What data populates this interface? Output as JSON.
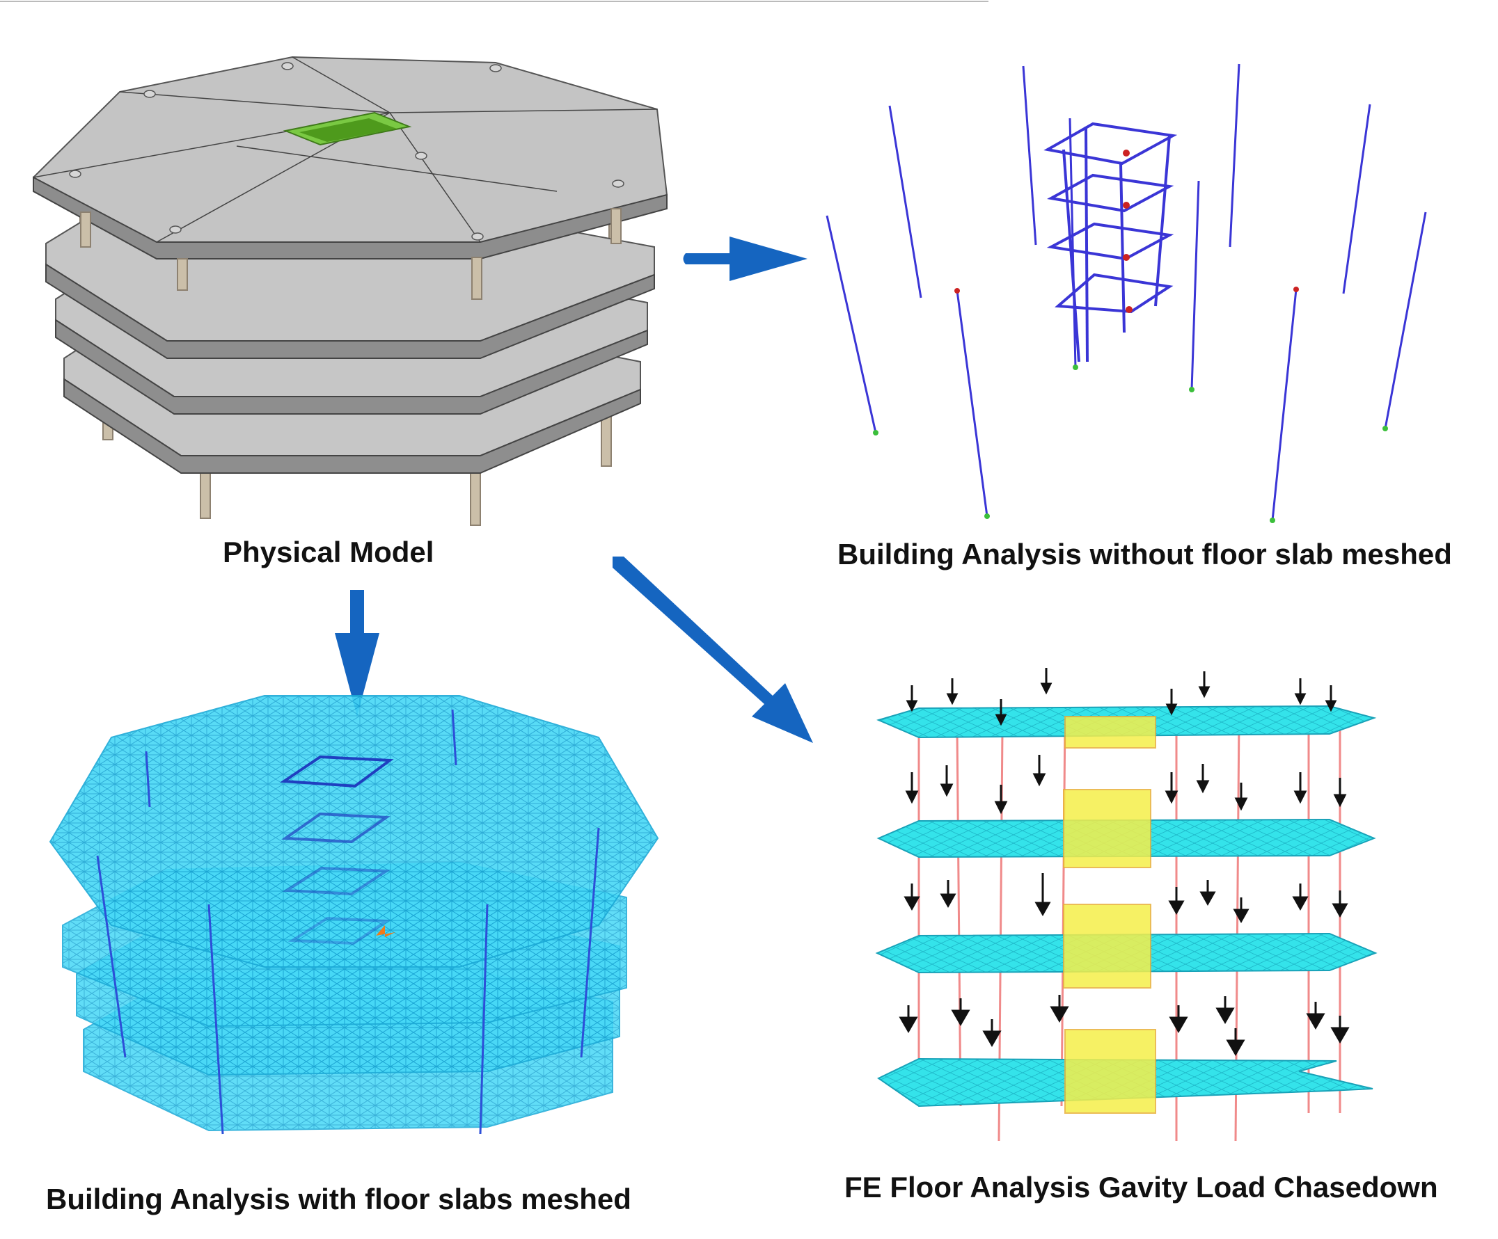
{
  "captions": {
    "physical_model": "Physical Model",
    "without_mesh": "Building Analysis without floor slab meshed",
    "with_mesh": "Building Analysis with floor slabs meshed",
    "chasedown": "FE Floor Analysis Gavity Load Chasedown"
  },
  "colors": {
    "arrow": "#1565c0",
    "slab_top": "#c2c2c2",
    "slab_edge": "#8a8a8a",
    "column": "#c9bfae",
    "opening": "#7ac943",
    "mesh_fill": "#3fd7f5",
    "mesh_line": "#1aa9d6",
    "stick_column": "#3a35d6",
    "fe_slab": "#2fe0e8",
    "fe_core": "#f5ef4a",
    "fe_column": "#f08a8a",
    "load_arrow": "#111111"
  },
  "icons": [
    "flow-arrow-right",
    "flow-arrow-down",
    "flow-arrow-diagonal",
    "support-triangle-icon",
    "load-arrow-icon"
  ]
}
